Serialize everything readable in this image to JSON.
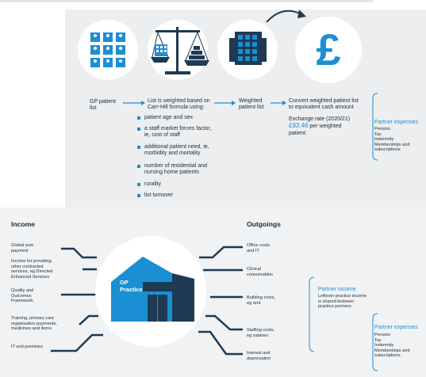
{
  "flow": {
    "step1": [
      "GP patient",
      "list"
    ],
    "step2": [
      "List is weighted based on",
      "Carr-Hill formula using:"
    ],
    "bullets": [
      [
        "patient age and sex"
      ],
      [
        "a staff market forces factor,",
        "ie, cost of staff"
      ],
      [
        "additional patient need, ie,",
        "morbidity and mortality"
      ],
      [
        "number of residential and",
        "nursing home patients"
      ],
      [
        "rurality"
      ],
      [
        "list turnover"
      ]
    ],
    "step3": [
      "Weighted",
      "patient list"
    ],
    "step4": [
      "Convert weighted patient list",
      "to equivalent cash amount"
    ],
    "rate_label": "Exchange rate (2020/21)",
    "rate_value": "£93.46",
    "rate_suffix": "per weighted",
    "rate_suffix2": "patient",
    "pound_symbol": "£"
  },
  "partner_expenses_top": {
    "title": "Partner expenses",
    "items": [
      "Pension",
      "Tax",
      "Indemnity",
      "Memberships and",
      "subscriptions"
    ]
  },
  "income": {
    "title": "Income",
    "items": [
      [
        "Global sum",
        "payment"
      ],
      [
        "Income for providing",
        "other contracted",
        "services, eg Directed",
        "Enhanced Services"
      ],
      [
        "Quality and",
        "Outcomes",
        "Framework"
      ],
      [
        "Training, primary care",
        "organisation payments,",
        "medicines and items"
      ],
      [
        "IT and premises"
      ]
    ]
  },
  "practice": [
    "GP",
    "Practice"
  ],
  "outgoings": {
    "title": "Outgoings",
    "items": [
      [
        "Office costs",
        "and IT"
      ],
      [
        "Clinical",
        "consumables"
      ],
      [
        "Building costs,",
        "eg rent"
      ],
      [
        "Staffing costs,",
        "eg salaries"
      ],
      [
        "Interest and",
        "depreciation"
      ]
    ]
  },
  "partner_income": {
    "title": "Partner income",
    "desc": [
      "Leftover practice income",
      "is shared between",
      "practice partners"
    ]
  },
  "partner_expenses_bottom": {
    "title": "Partner expenses",
    "items": [
      "Pension",
      "Tax",
      "Indemnity",
      "Memberships and",
      "subscriptions"
    ]
  },
  "colors": {
    "accent": "#1b8fd3",
    "navy": "#1e3a55",
    "dark": "#1d2b3a",
    "panel": "#eceeef"
  }
}
